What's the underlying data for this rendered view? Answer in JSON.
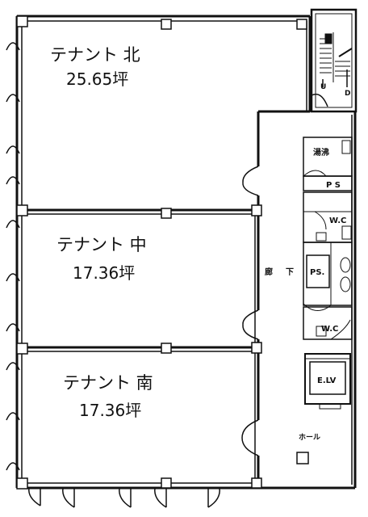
{
  "tenants": [
    {
      "name": "テナント 北",
      "area": "25.65坪"
    },
    {
      "name": "テナント 中",
      "area": "17.36坪"
    },
    {
      "name": "テナント 南",
      "area": "17.36坪"
    }
  ],
  "labels": {
    "janitor": "湯沸",
    "ps_top": "P S",
    "wc_upper": "W.C",
    "corridor_1": "廊",
    "corridor_2": "下",
    "ps_mid": "PS.",
    "wc_lower": "W.C",
    "elevator": "E.LV",
    "hall": "ホール",
    "stair_up": "U",
    "stair_down": "D"
  },
  "colors": {
    "line": "#111111",
    "paper": "#ffffff"
  }
}
